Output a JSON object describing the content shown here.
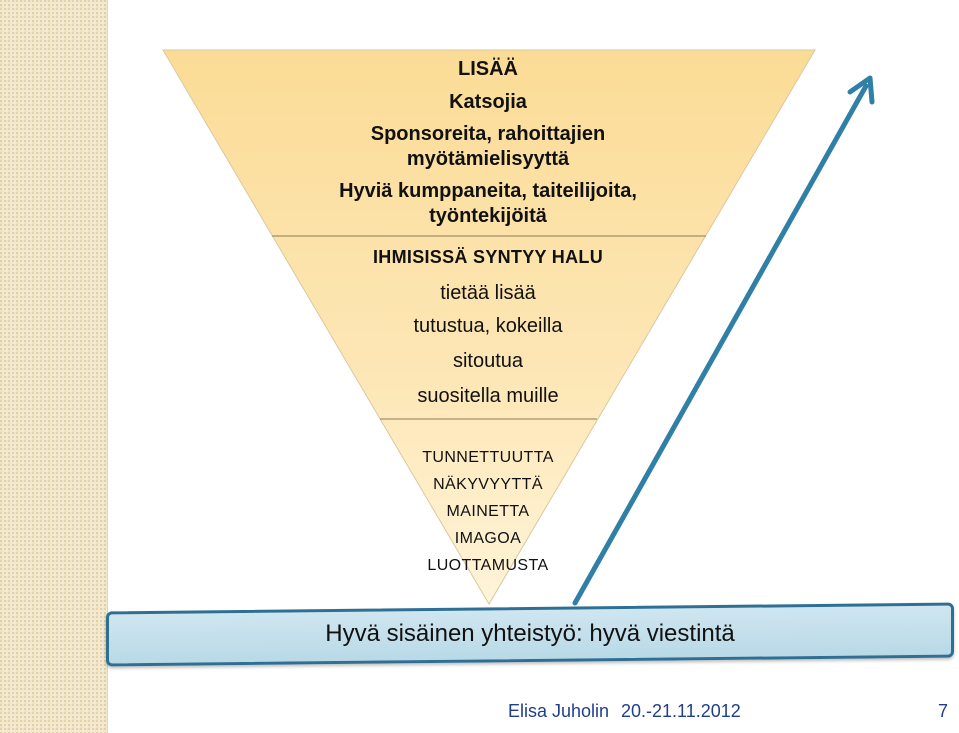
{
  "pyramid": {
    "top_section": {
      "lines": [
        "LISÄÄ",
        "Katsojia",
        "Sponsoreita, rahoittajien",
        "myötämielisyyttä",
        "Hyviä kumppaneita, taiteilijoita,",
        "työntekijöitä"
      ]
    },
    "middle_section": {
      "heading": "IHMISISSÄ SYNTYY HALU",
      "lines": [
        "tietää lisää",
        "tutustua, kokeilla",
        "sitoutua",
        "suositella muille"
      ]
    },
    "bottom_section": {
      "lines": [
        "TUNNETTUUTTA",
        "NÄKYVYYTTÄ",
        "MAINETTA",
        "IMAGOA",
        "LUOTTAMUSTA"
      ]
    }
  },
  "banner": {
    "text": "Hyvä sisäinen yhteistyö: hyvä viestintä"
  },
  "footer": {
    "author": "Elisa Juholin",
    "date": "20.-21.11.2012",
    "page": "7"
  },
  "colors": {
    "pyramid_fill": "#fbdc96",
    "pyramid_fill_light": "#fff4d8",
    "arrow": "#2f7fa6",
    "banner_border": "#2f6f94",
    "footer_text": "#1f3f8a"
  },
  "icons": {
    "arrow": "arrow-up-right-icon"
  }
}
